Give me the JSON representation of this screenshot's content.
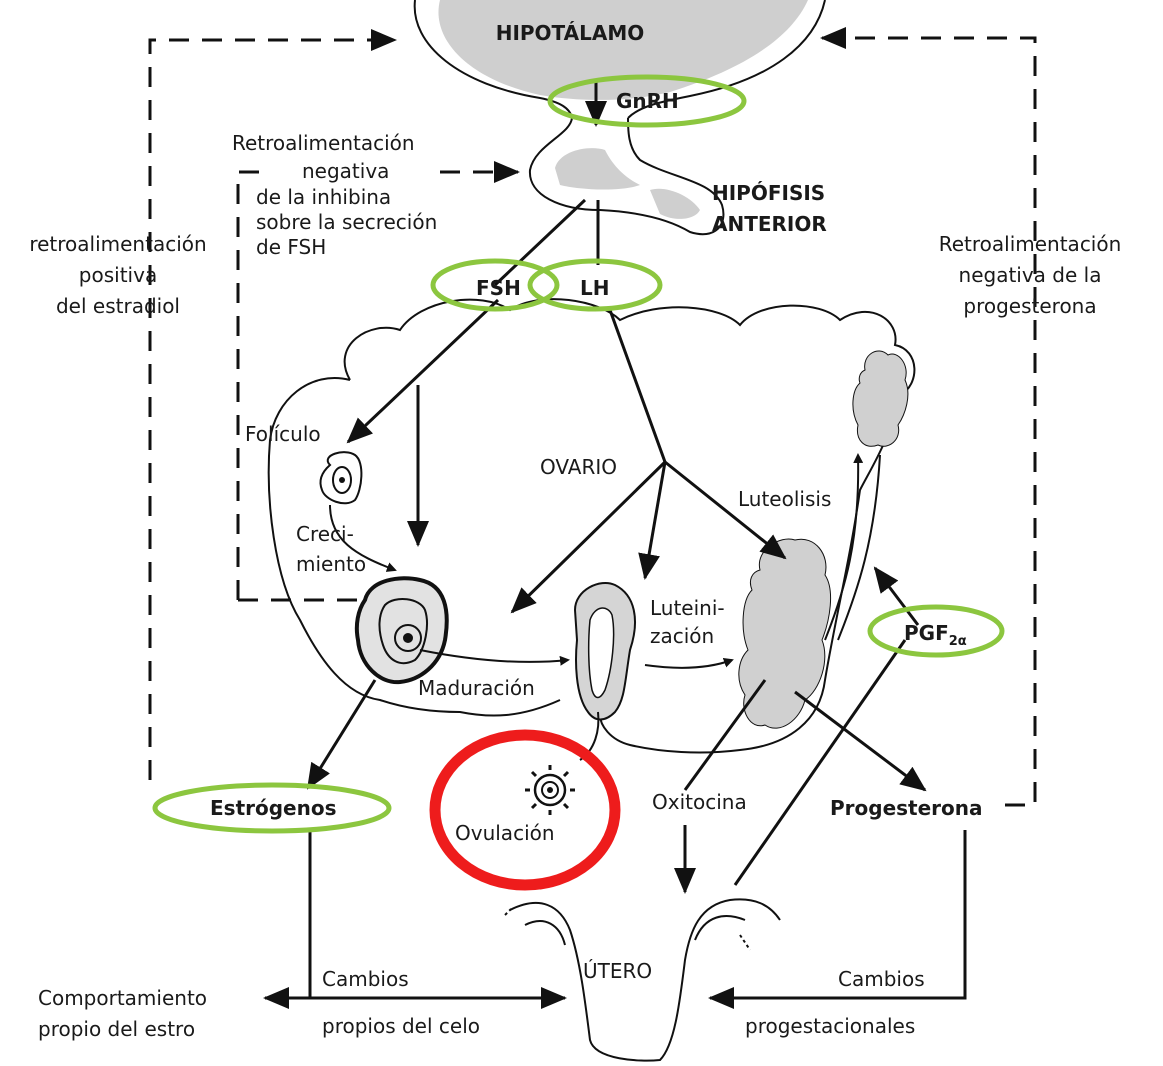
{
  "labels": {
    "hipotalamo": "HIPOTÁLAMO",
    "gnrh": "GnRH",
    "inhibina_1": "Retroalimentación",
    "inhibina_2": "negativa",
    "inhibina_3": "de la inhibina",
    "inhibina_4": "sobre la secreción",
    "inhibina_5": "de FSH",
    "hipofisis_1": "HIPÓFISIS",
    "hipofisis_2": "ANTERIOR",
    "estradiol_1": "retroalimentación",
    "estradiol_2": "positiva",
    "estradiol_3": "del estradiol",
    "progesterona_fb_1": "Retroalimentación",
    "progesterona_fb_2": "negativa de la",
    "progesterona_fb_3": "progesterona",
    "fsh": "FSH",
    "lh": "LH",
    "foliculo": "Folículo",
    "ovario": "OVARIO",
    "luteolisis": "Luteolisis",
    "crecimiento_1": "Creci-",
    "crecimiento_2": "miento",
    "luteinizacion_1": "Luteini-",
    "luteinizacion_2": "zación",
    "pgf": "PGF",
    "pgf_sub": "2α",
    "maduracion": "Maduración",
    "estrogenos": "Estrógenos",
    "ovulacion": "Ovulación",
    "oxitocina": "Oxitocina",
    "progesterona": "Progesterona",
    "utero": "ÚTERO",
    "comportamiento_1": "Comportamiento",
    "comportamiento_2": "propio del estro",
    "cambios_celo_1": "Cambios",
    "cambios_celo_2": "propios del celo",
    "cambios_prog_1": "Cambios",
    "cambios_prog_2": "progestacionales"
  },
  "highlights": {
    "ellipse_color": "#8cc63f",
    "circle_color": "#ee1c1c",
    "highlighted": [
      "GnRH",
      "FSH",
      "LH",
      "PGF2α",
      "Estrógenos"
    ],
    "circled": "Ovulación"
  }
}
